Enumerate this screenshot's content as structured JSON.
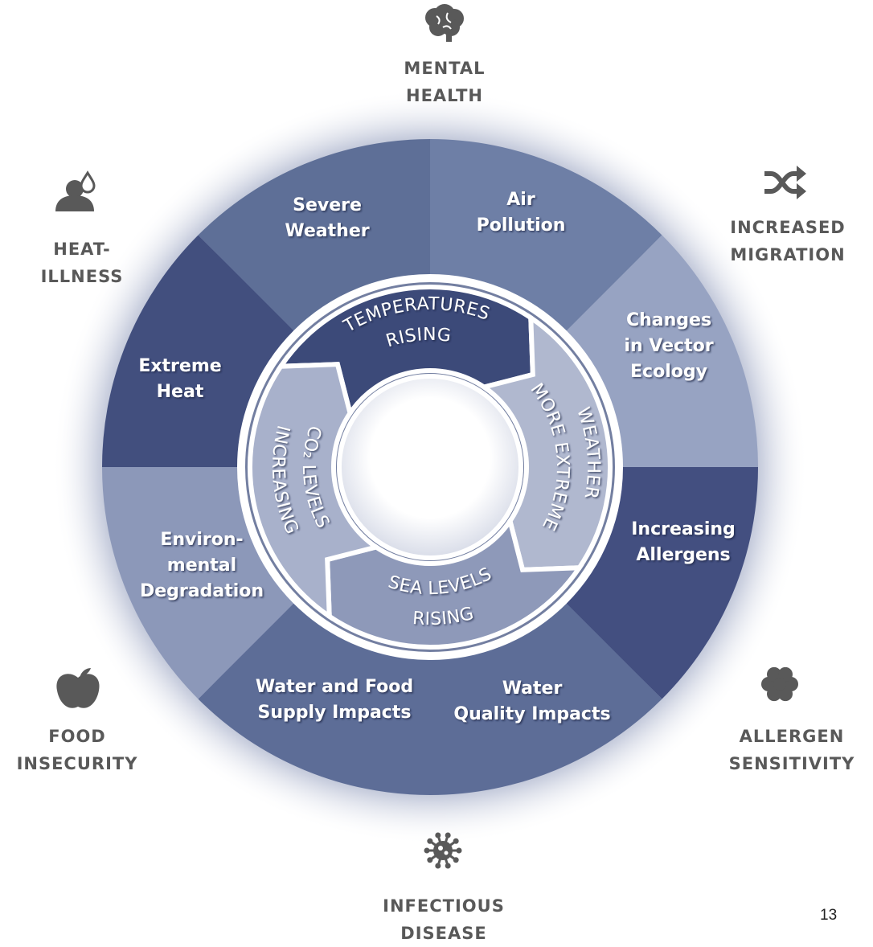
{
  "outer_impacts": [
    {
      "id": "mental-health",
      "lines": [
        "MENTAL",
        "HEALTH"
      ],
      "icon": "brain-icon"
    },
    {
      "id": "increased-migration",
      "lines": [
        "INCREASED",
        "MIGRATION"
      ],
      "icon": "shuffle-arrows-icon"
    },
    {
      "id": "allergen-sensitivity",
      "lines": [
        "ALLERGEN",
        "SENSITIVITY"
      ],
      "icon": "flower-icon"
    },
    {
      "id": "infectious-disease",
      "lines": [
        "INFECTIOUS",
        "DISEASE"
      ],
      "icon": "virus-icon"
    },
    {
      "id": "food-insecurity",
      "lines": [
        "FOOD",
        "INSECURITY"
      ],
      "icon": "apple-icon"
    },
    {
      "id": "heat-illness",
      "lines": [
        "HEAT-",
        "ILLNESS"
      ],
      "icon": "person-sweat-icon"
    }
  ],
  "ring_segments": [
    {
      "id": "severe-weather",
      "lines": [
        "Severe",
        "Weather"
      ],
      "color": "#5e6f97"
    },
    {
      "id": "air-pollution",
      "lines": [
        "Air",
        "Pollution"
      ],
      "color": "#6e7fa6"
    },
    {
      "id": "vector-ecology",
      "lines": [
        "Changes",
        "in Vector",
        "Ecology"
      ],
      "color": "#97a3c2"
    },
    {
      "id": "increasing-allergens",
      "lines": [
        "Increasing",
        "Allergens"
      ],
      "color": "#434f80"
    },
    {
      "id": "water-quality",
      "lines": [
        "Water",
        "Quality Impacts"
      ],
      "color": "#5d6d97"
    },
    {
      "id": "water-food-supply",
      "lines": [
        "Water and Food",
        "Supply Impacts"
      ],
      "color": "#5d6d97"
    },
    {
      "id": "environmental-degradation",
      "lines": [
        "Environ-",
        "mental",
        "Degradation"
      ],
      "color": "#8c98b9"
    },
    {
      "id": "extreme-heat",
      "lines": [
        "Extreme",
        "Heat"
      ],
      "color": "#424f7e"
    }
  ],
  "drivers": [
    {
      "id": "rising-temperatures",
      "lines": [
        "RISING",
        "TEMPERATURES"
      ],
      "color": "#3c4a79"
    },
    {
      "id": "more-extreme-weather",
      "lines": [
        "MORE EXTREME",
        "WEATHER"
      ],
      "color": "#b0b8cf"
    },
    {
      "id": "rising-sea-levels",
      "lines": [
        "RISING",
        "SEA LEVELS"
      ],
      "color": "#8e99b9"
    },
    {
      "id": "increasing-co2",
      "lines": [
        "INCREASING",
        "CO₂ LEVELS"
      ],
      "color": "#a8b1cb"
    }
  ],
  "page_number": "13"
}
